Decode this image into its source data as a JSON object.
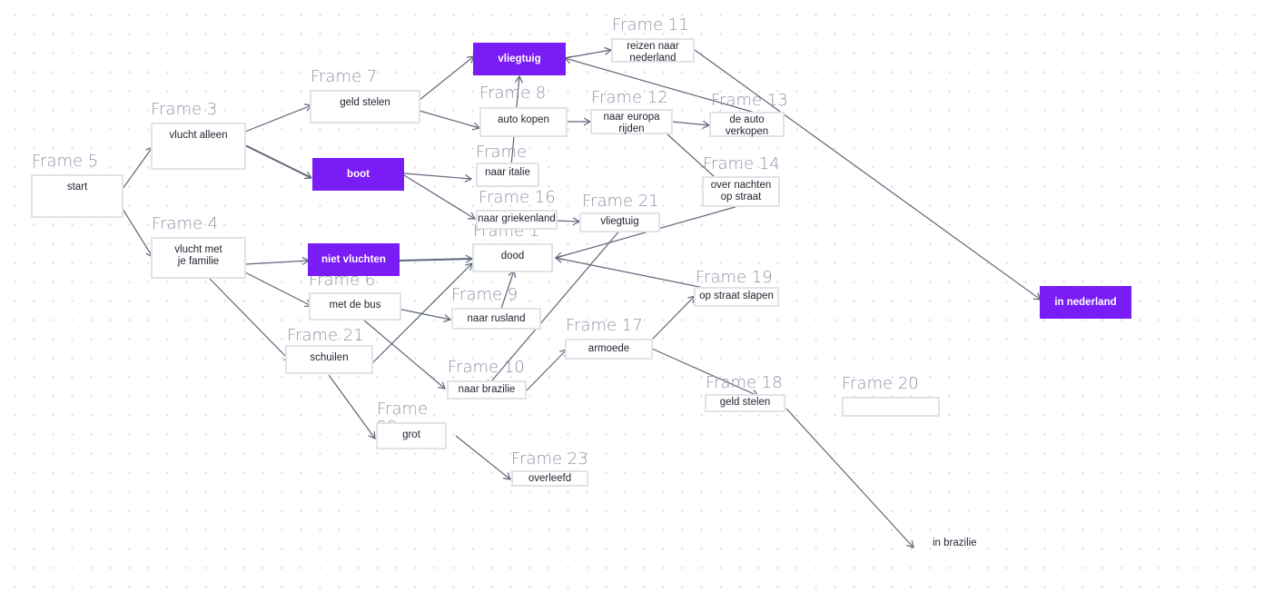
{
  "colors": {
    "accent": "#7a1cf5",
    "edge": "#5d6678",
    "label": "#8e94a6",
    "border": "#e1e3e8"
  },
  "frame_labels": {
    "f5": "Frame 5",
    "f3": "Frame 3",
    "f4": "Frame 4",
    "f7": "Frame 7",
    "f8": "Frame 8",
    "f11": "Frame 11",
    "f12": "Frame 12",
    "f13": "Frame 13",
    "f14": "Frame 14",
    "f15": "Frame 15",
    "f16": "Frame 16",
    "f21a": "Frame 21",
    "f1": "Frame 1",
    "f6": "Frame 6",
    "f9": "Frame 9",
    "f19": "Frame 19",
    "f17": "Frame 17",
    "f21b": "Frame 21",
    "f10": "Frame 10",
    "f18": "Frame 18",
    "f20": "Frame 20",
    "f22": "Frame 22",
    "f23": "Frame 23"
  },
  "nodes": {
    "start": "start",
    "vlucht_alleen": "vlucht alleen",
    "vlucht_familie": "vlucht met je familie",
    "geld_stelen_top": "geld stelen",
    "boot": "boot",
    "niet_vluchten": "niet vluchten",
    "met_de_bus": "met de bus",
    "schuilen": "schuilen",
    "vliegtuig_top": "vliegtuig",
    "auto_kopen": "auto kopen",
    "naar_italie": "naar italie",
    "naar_griekenland": "naar griekenland",
    "dood": "dood",
    "naar_rusland": "naar rusland",
    "naar_brazilie": "naar brazilie",
    "grot": "grot",
    "overleefd": "overleefd",
    "reizen_naar_nederland": "reizen naar nederland",
    "naar_europa_rijden": "naar europa rijden",
    "de_auto_verkopen": "de auto verkopen",
    "over_nachten": "over nachten op straat",
    "vliegtuig_mid": "vliegtuig",
    "op_straat_slapen": "op straat slapen",
    "armoede": "armoede",
    "geld_stelen_bottom": "geld stelen",
    "frame20_empty": "",
    "in_nederland": "in nederland",
    "in_brazilie": "in brazilie"
  }
}
